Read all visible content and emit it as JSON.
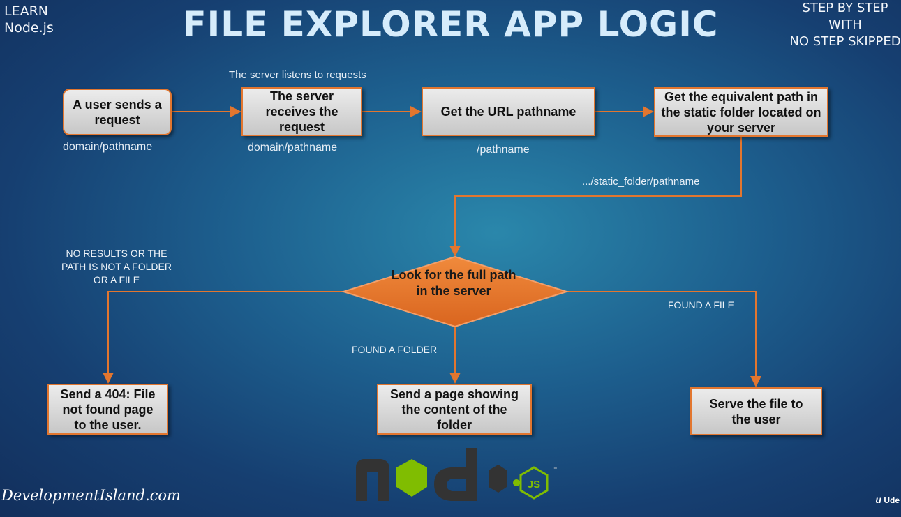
{
  "header": {
    "corner_left": [
      "LEARN",
      "Node.js"
    ],
    "title": "FILE EXPLORER APP LOGIC",
    "corner_right": [
      "STEP BY STEP",
      "WITH",
      "NO STEP SKIPPED"
    ]
  },
  "nodes": {
    "user_request": "A user sends a request",
    "server_receives": "The server receives the request",
    "get_pathname": "Get the URL pathname",
    "equivalent_path": "Get the equivalent path in the static folder located on your server",
    "decision": "Look for the full path in the server",
    "send_404": "Send a 404: File not found page to the user.",
    "send_folder_page": "Send a page showing the content of the folder",
    "serve_file": "Serve the file to the user"
  },
  "labels": {
    "server_listens": "The server listens to requests",
    "domain_pathname_1": "domain/pathname",
    "domain_pathname_2": "domain/pathname",
    "pathname": "/pathname",
    "static_folder_path": ".../static_folder/pathname",
    "no_results": "NO RESULTS OR THE PATH IS NOT A FOLDER OR A FILE",
    "found_folder": "FOUND A FOLDER",
    "found_file": "FOUND A FILE"
  },
  "footer": {
    "watermark": "DevelopmentIsland.com",
    "logo_text": "node",
    "logo_badge": "JS",
    "udemy": "Ude"
  },
  "colors": {
    "accent": "#e2762f",
    "arrow": "#e2762f",
    "diamond": "#e8782e",
    "box_fill": "#dcdcdc",
    "logo_dark": "#333333",
    "logo_green": "#80bd01"
  }
}
